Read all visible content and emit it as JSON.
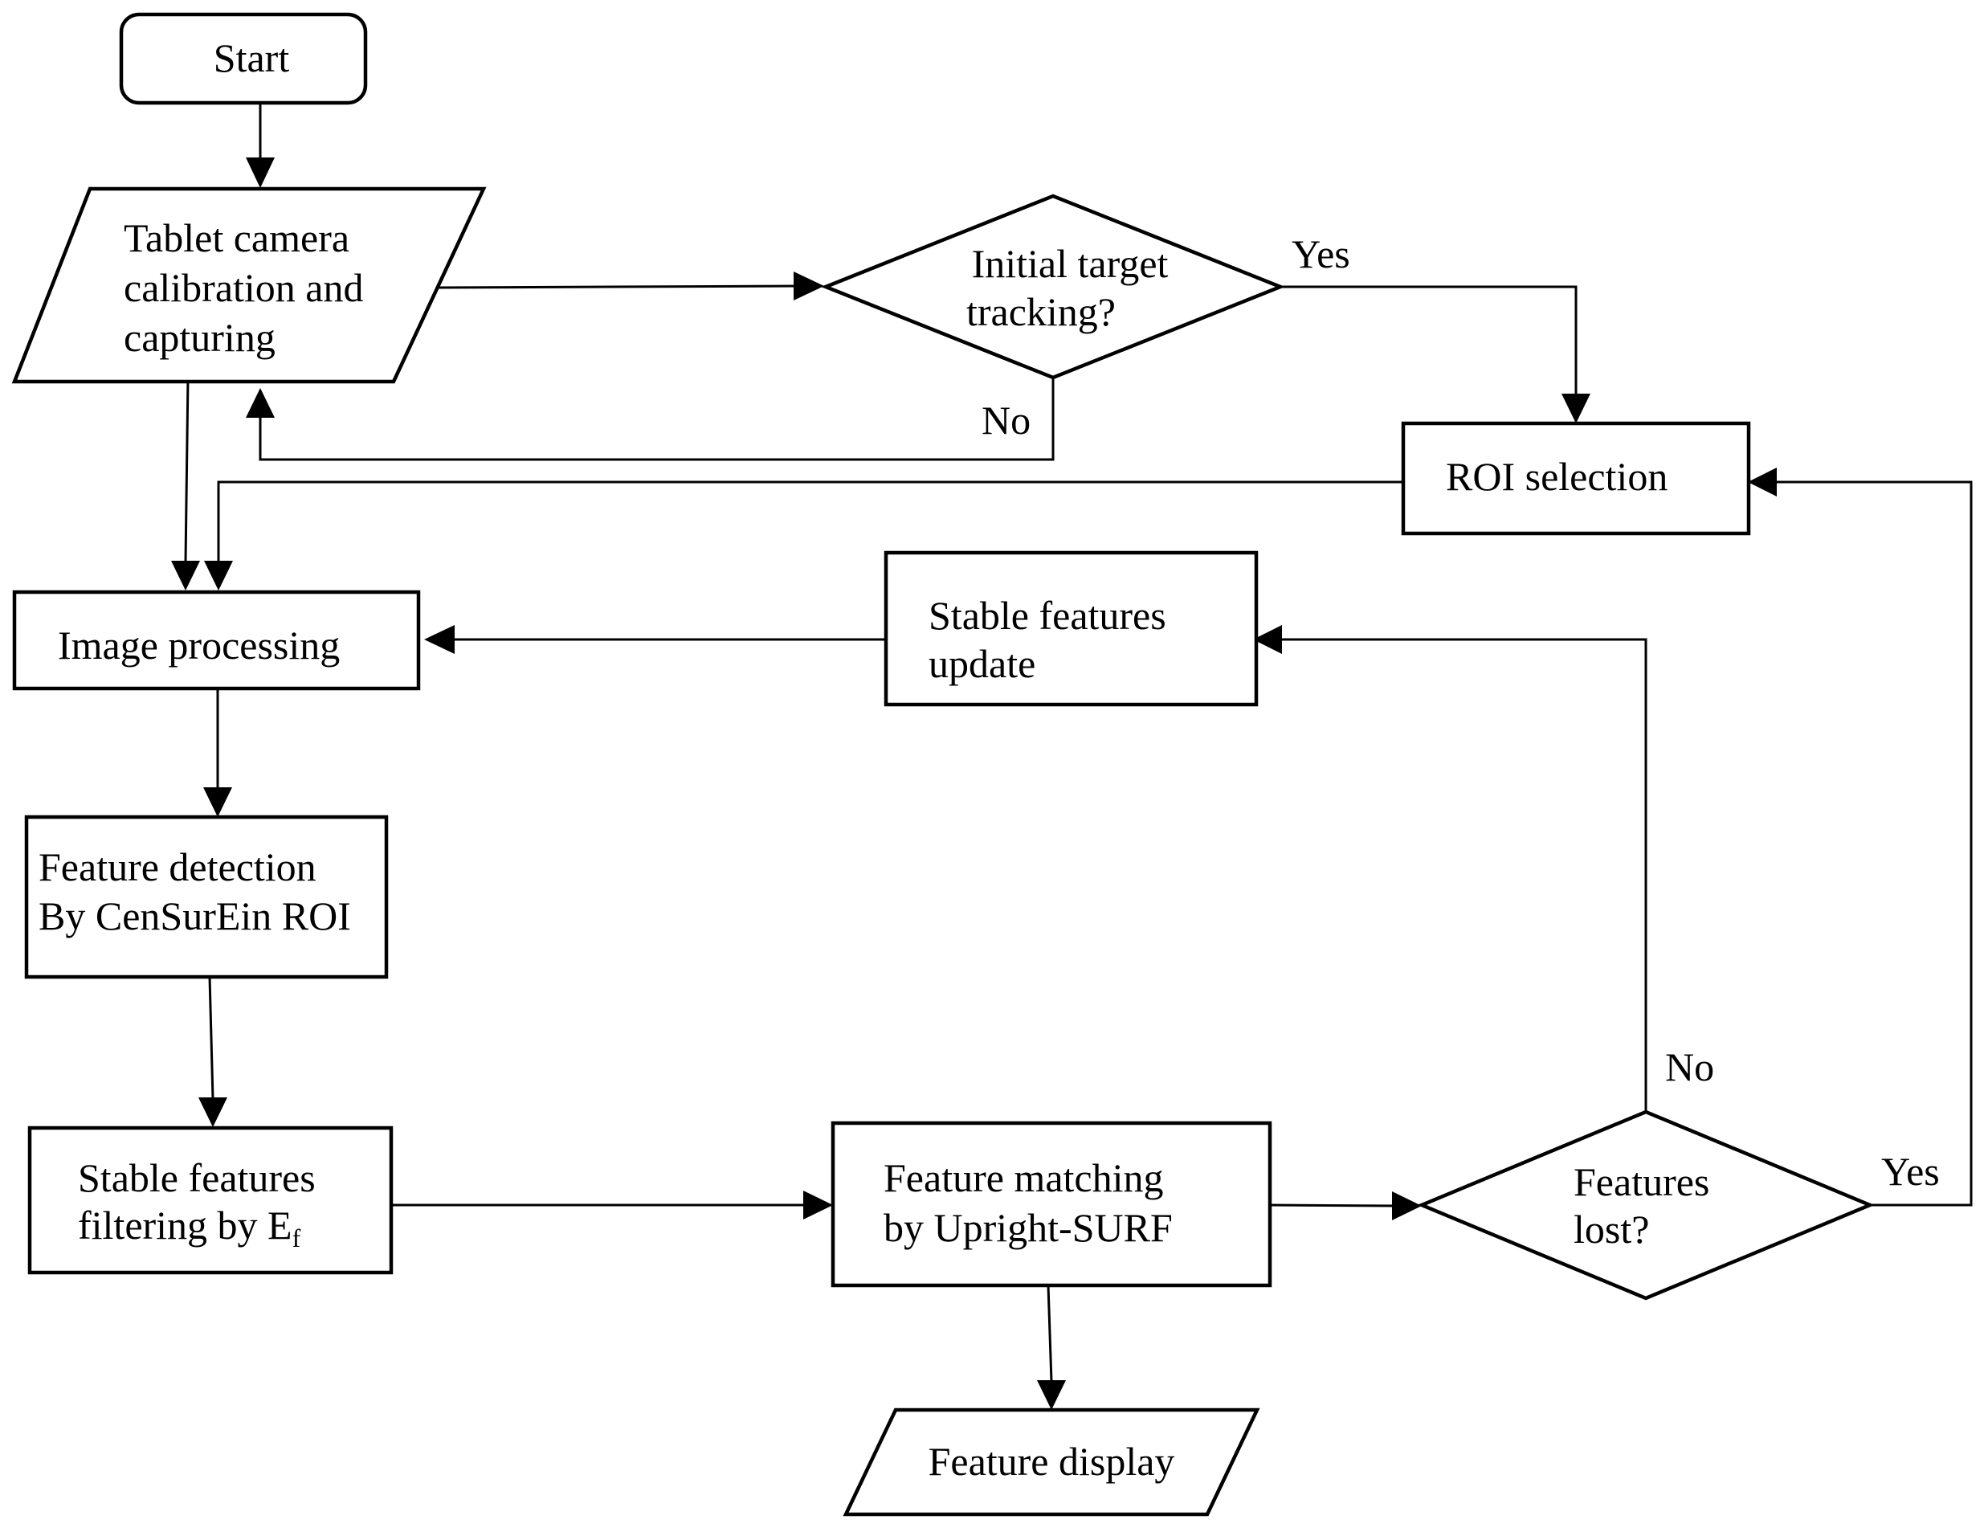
{
  "nodes": {
    "start": "Start",
    "capture": [
      "Tablet camera",
      "calibration and",
      "capturing"
    ],
    "initial_tracking": [
      "Initial target",
      "tracking?"
    ],
    "roi_selection": "ROI selection",
    "image_processing": "Image processing",
    "stable_update": [
      "Stable features",
      "update"
    ],
    "feature_detection": [
      "Feature detection",
      "By CenSurEin ROI"
    ],
    "stable_filtering": {
      "line1": "Stable features",
      "line2": "filtering by E",
      "line2_subscript": "f"
    },
    "feature_matching": [
      "Feature matching",
      "by Upright-SURF"
    ],
    "features_lost": [
      "Features",
      "lost?"
    ],
    "feature_display": "Feature display"
  },
  "edge_labels": {
    "initial_yes": "Yes",
    "initial_no": "No",
    "lost_no": "No",
    "lost_yes": "Yes"
  }
}
